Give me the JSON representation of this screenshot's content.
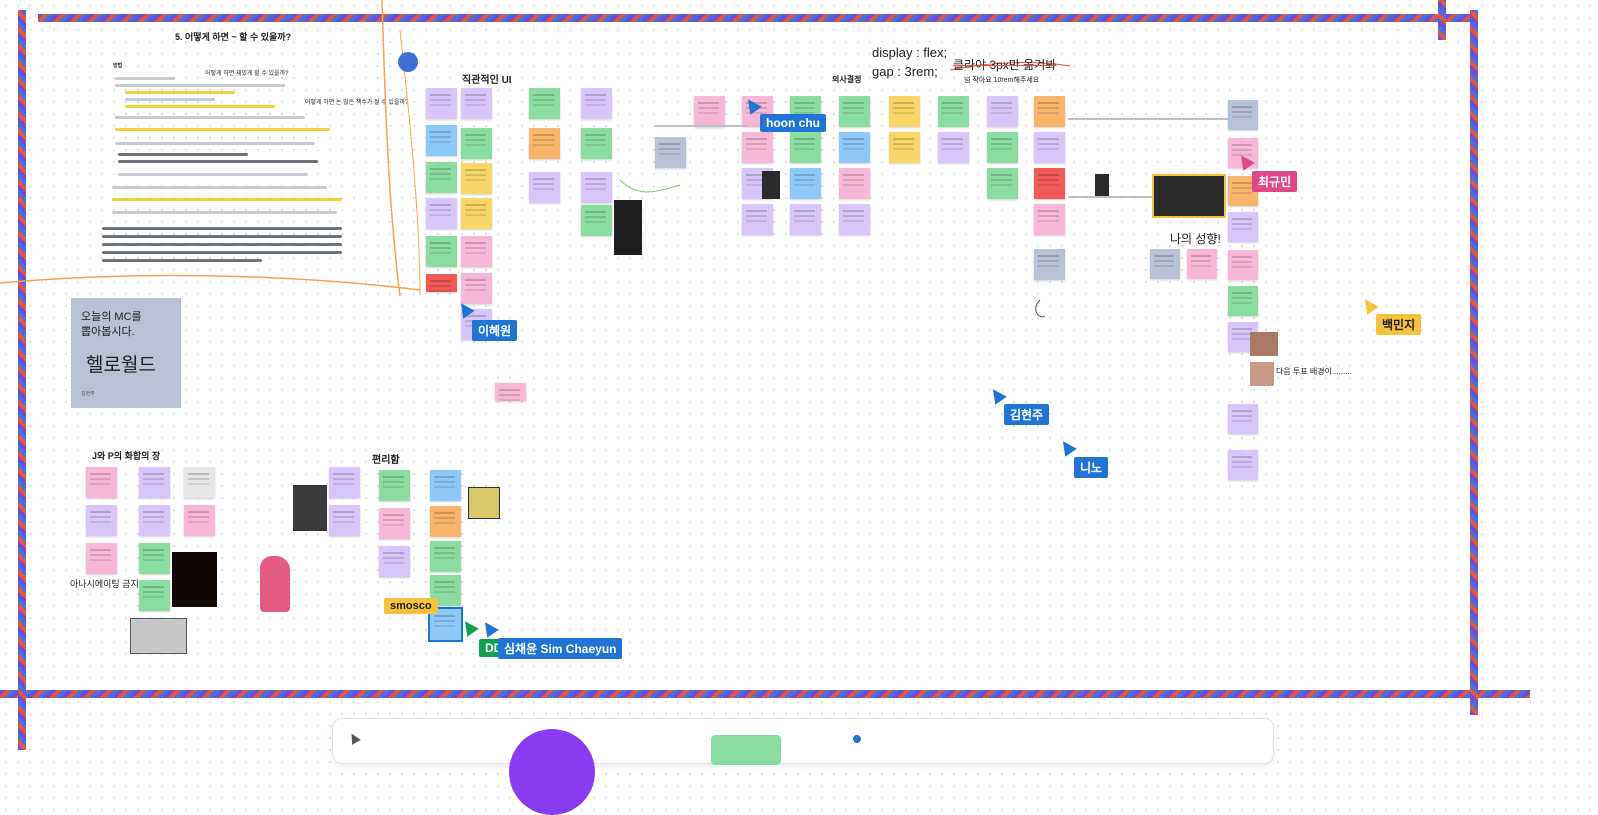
{
  "board": {
    "doc_heading": "5. 어떻게 하면 ~ 할 수 있을까?",
    "doc_subheading": "어떻게 하면 재밌게 할 수 있을까?",
    "doc_side_question": "어떻게 하면 논 많은 책수가 될 수 있을까?",
    "doc_label": "방법",
    "intuitive_ui": "직관적인 UI",
    "decision": "의사결정",
    "code_line1": "display : flex;",
    "code_line2": "gap : 3rem;",
    "strike_note": "클라야 3px만 옮겨봐",
    "sub_note": "넘 작아요 10rem해주세요",
    "my_tendency": "나의 성향!",
    "next_vote": "다음 투표 배경이.........",
    "mc_line1": "오늘의 MC를",
    "mc_line2": "뽑아봅시다.",
    "mc_line3": "헬로월드",
    "mc_footer": "김현주",
    "jp_section": "J와 P의 화합의 장",
    "convenient": "편리함",
    "anarchy": "아나시에이팅 금지"
  },
  "cursors": [
    {
      "name": "hoon chu",
      "color": "#1f74d6"
    },
    {
      "name": "이혜원",
      "color": "#1f74d6"
    },
    {
      "name": "최규민",
      "color": "#e0478a"
    },
    {
      "name": "백민지",
      "color": "#f5c33b"
    },
    {
      "name": "김현주",
      "color": "#1f74d6"
    },
    {
      "name": "니노",
      "color": "#1f74d6"
    },
    {
      "name": "smosco",
      "color": "#f5c33b"
    },
    {
      "name": "심채윤 Sim Chaeyun",
      "color": "#1f74d6"
    },
    {
      "name": "DD",
      "color": "#12a150"
    }
  ],
  "colors": {
    "sticky_purple": "#d8c6fb",
    "sticky_green": "#8bdca0",
    "sticky_yellow": "#f8d768",
    "sticky_pink": "#f7b8d8",
    "sticky_blue": "#8dc8f7",
    "sticky_gray": "#b7c2d6",
    "sticky_orange": "#f8b46a",
    "border_purple": "#6b4fd6",
    "border_red": "#e3573f"
  }
}
